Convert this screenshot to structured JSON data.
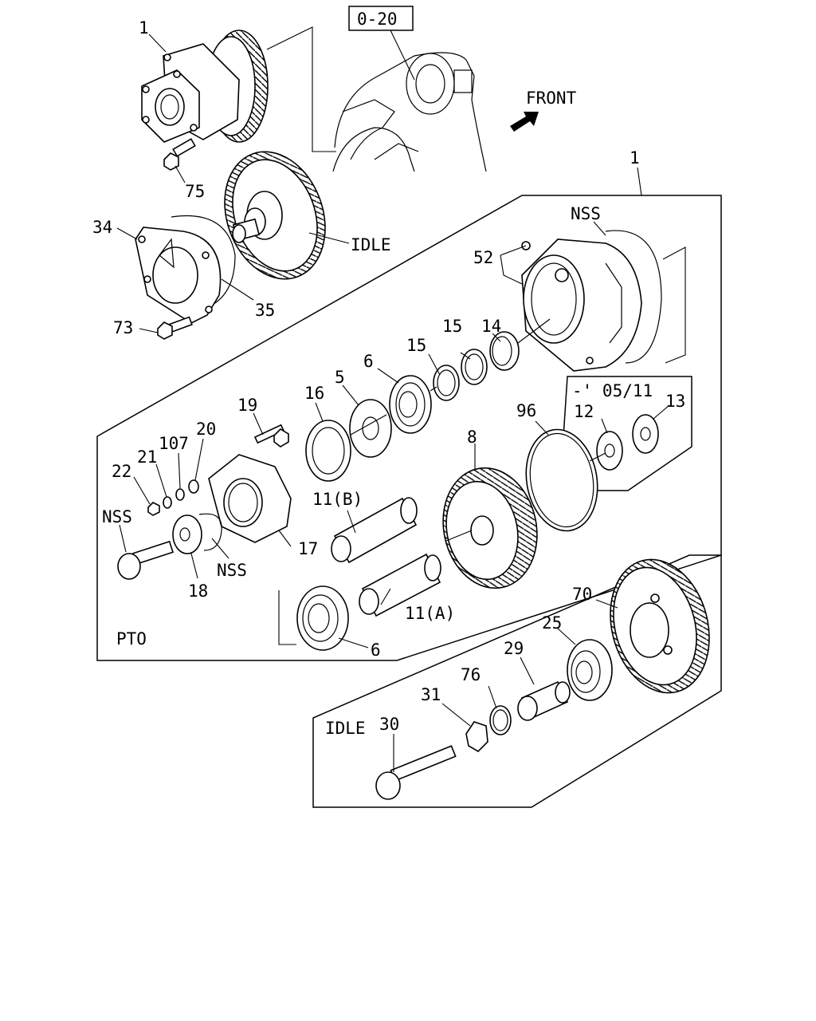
{
  "refs": {
    "ref_box": "0-20",
    "front": "FRONT",
    "pto_label": "PTO",
    "idle_group_label": "IDLE",
    "idle_gear_label": "IDLE",
    "date_note": "-' 05/11",
    "nss_top": "NSS",
    "nss_bolt": "NSS",
    "nss_washer": "NSS"
  },
  "callouts": {
    "c1_top": "1",
    "c1_frame": "1",
    "c75": "75",
    "c34": "34",
    "c35": "35",
    "c73": "73",
    "c52": "52",
    "c14": "14",
    "c15a": "15",
    "c15b": "15",
    "c6a": "6",
    "c5": "5",
    "c16": "16",
    "c19": "19",
    "c20": "20",
    "c107": "107",
    "c21": "21",
    "c22": "22",
    "c96": "96",
    "c12": "12",
    "c13": "13",
    "c8": "8",
    "c11b": "11(B)",
    "c11a": "11(A)",
    "c17": "17",
    "c18": "18",
    "c6b": "6",
    "c70": "70",
    "c25": "25",
    "c29": "29",
    "c76": "76",
    "c31": "31",
    "c30": "30"
  }
}
